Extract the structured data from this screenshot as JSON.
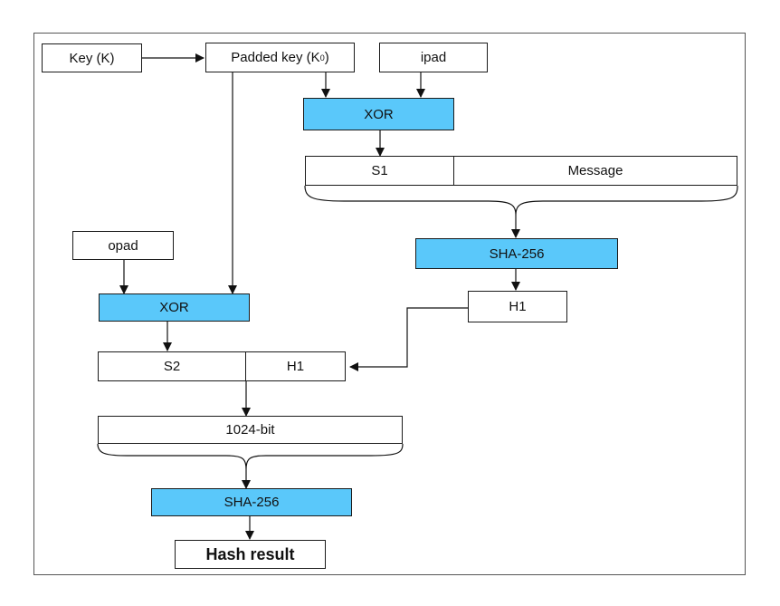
{
  "blocks": {
    "key": "Key (K)",
    "padded_key_main": "Padded key (K",
    "padded_key_sub": "0",
    "padded_key_close": ")",
    "ipad": "ipad",
    "xor_inner": "XOR",
    "s1": "S1",
    "message": "Message",
    "sha_inner": "SHA-256",
    "h1_inner": "H1",
    "opad": "opad",
    "xor_outer": "XOR",
    "s2": "S2",
    "h1_outer": "H1",
    "block_1024": "1024-bit",
    "sha_outer": "SHA-256",
    "hash_result": "Hash result"
  },
  "colors": {
    "operation_fill": "#5ac8fa",
    "stroke": "#1a1a1a"
  }
}
